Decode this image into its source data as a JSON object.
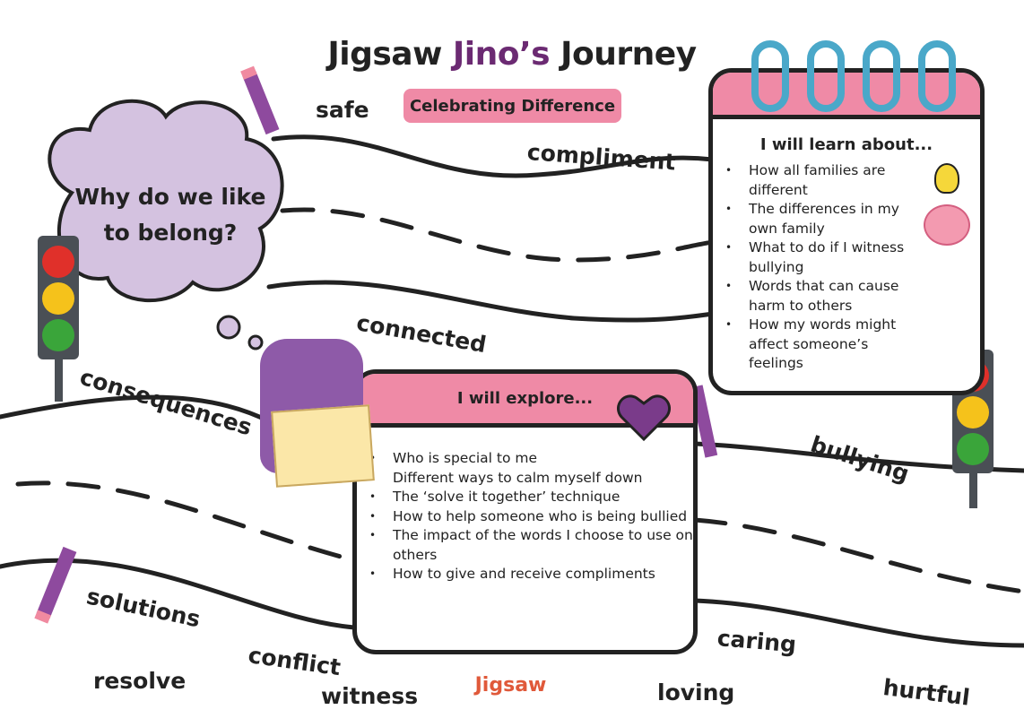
{
  "header": {
    "title_part1": "Jigsaw ",
    "title_part2": "Jino’s",
    "title_part3": " Journey",
    "badge": "Celebrating Difference"
  },
  "cloud": {
    "question": "Why do we like to belong?"
  },
  "words": [
    "safe",
    "compliment",
    "connected",
    "consequences",
    "bullying",
    "solutions",
    "conflict",
    "resolve",
    "witness",
    "caring",
    "loving",
    "hurtful"
  ],
  "learn_card": {
    "title": "I will learn about...",
    "items": [
      "How all families are different",
      "The differences in my own family",
      "What to do if I witness bullying",
      "Words that can cause harm to others",
      "How my words might affect someone’s feelings"
    ]
  },
  "explore_card": {
    "title": "I will explore...",
    "items": [
      "Who is special to me",
      "Different ways to calm myself down",
      "The ‘solve it together’ technique",
      "How to help someone who is being bullied",
      "The impact of the words I choose to use on others",
      "How to give and receive compliments"
    ]
  },
  "logo": {
    "text": "Jigsaw"
  },
  "colors": {
    "pink": "#ef8aa6",
    "purple": "#6b2a72",
    "lilac": "#d4c2e0",
    "red": "#e0302a",
    "amber": "#f5c21b",
    "green": "#3aa53a"
  }
}
